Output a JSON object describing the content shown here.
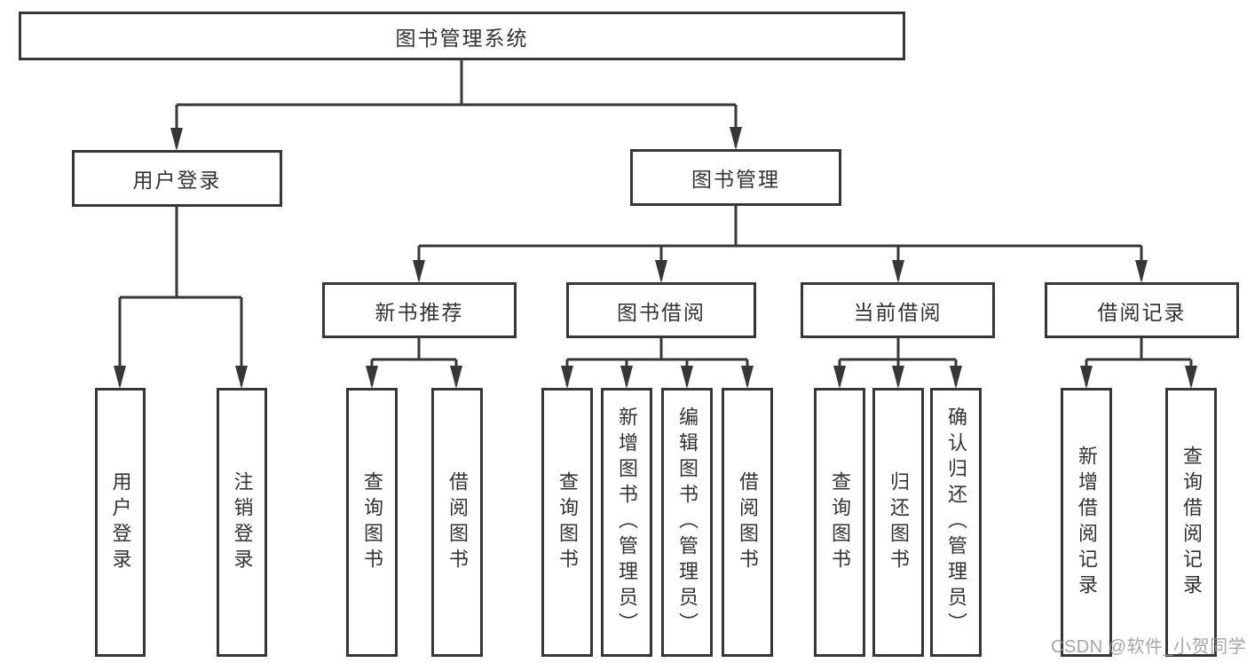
{
  "tree": {
    "label": "图书管理系统",
    "children": [
      {
        "label": "用户登录",
        "children": [
          {
            "label": "用户登录"
          },
          {
            "label": "注销登录"
          }
        ]
      },
      {
        "label": "图书管理",
        "children": [
          {
            "label": "新书推荐",
            "children": [
              {
                "label": "查询图书"
              },
              {
                "label": "借阅图书"
              }
            ]
          },
          {
            "label": "图书借阅",
            "children": [
              {
                "label": "查询图书"
              },
              {
                "label": "新增图书（管理员）"
              },
              {
                "label": "编辑图书（管理员）"
              },
              {
                "label": "借阅图书"
              }
            ]
          },
          {
            "label": "当前借阅",
            "children": [
              {
                "label": "查询图书"
              },
              {
                "label": "归还图书"
              },
              {
                "label": "确认归还（管理员）"
              }
            ]
          },
          {
            "label": "借阅记录",
            "children": [
              {
                "label": "新增借阅记录"
              },
              {
                "label": "查询借阅记录"
              }
            ]
          }
        ]
      }
    ]
  },
  "watermark": {
    "text": "CSDN @软件_小贺同学"
  },
  "colors": {
    "line": "#373737",
    "box_border": "#373737",
    "text": "#333333",
    "background": "#ffffff",
    "watermark": "#969696"
  }
}
